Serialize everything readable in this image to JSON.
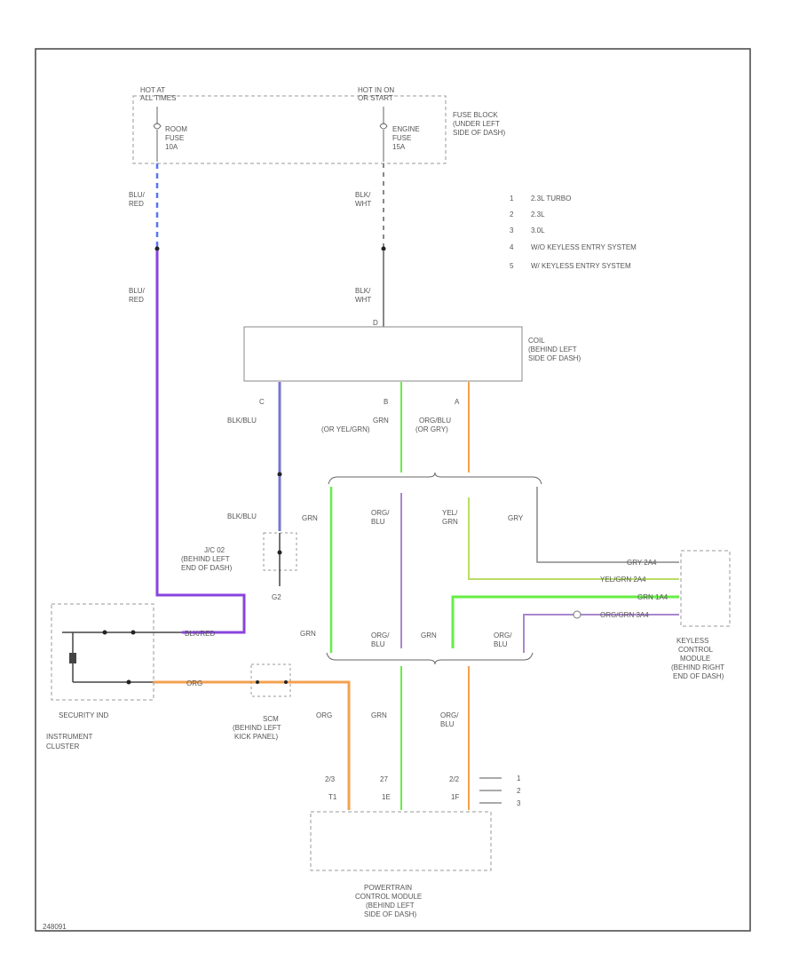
{
  "colors": {
    "wire_blue": "#5577ee",
    "wire_purple": "#8844dd",
    "wire_slate": "#7777cc",
    "wire_green": "#66ee44",
    "wire_orange": "#f4a050",
    "wire_gray": "#888888",
    "wire_lightpurple": "#aa88cc",
    "wire_yelgrn": "#bbdd66"
  },
  "labels": {
    "hot_at_all_times": [
      "HOT AT",
      "ALL TIMES"
    ],
    "hot_in_on": [
      "HOT IN ON",
      "OR START"
    ],
    "room_fuse": [
      "ROOM",
      "FUSE",
      "10A"
    ],
    "engine_fuse": [
      "ENGINE",
      "FUSE",
      "15A"
    ],
    "fuse_block": [
      "FUSE BLOCK",
      "(UNDER LEFT",
      "SIDE OF DASH)"
    ],
    "blu_red": [
      "BLU/",
      "RED"
    ],
    "blk_wht": [
      "BLK/",
      "WHT"
    ],
    "coil": [
      "COIL",
      "(BEHIND LEFT",
      "SIDE OF DASH)"
    ],
    "coil_pins": [
      "C",
      "B",
      "A",
      "D"
    ],
    "blk_blu": "BLK/BLU",
    "grn_or_yelgrn": [
      "GRN",
      "(OR YEL/GRN)"
    ],
    "orgblu_or_grn": [
      "ORG/BLU",
      "(OR GRY)"
    ],
    "grn": "GRN",
    "org_blu": [
      "ORG/",
      "BLU"
    ],
    "yel_grn": [
      "YEL/",
      "GRN"
    ],
    "gry": "GRY",
    "org": "ORG",
    "jc": [
      "J/C 02",
      "(BEHIND LEFT",
      "END OF DASH)"
    ],
    "g2": "G2",
    "security_ind": "SECURITY IND",
    "instrument_cluster": [
      "INSTRUMENT",
      "CLUSTER"
    ],
    "scm": [
      "SCM",
      "(BEHIND LEFT",
      "KICK PANEL)"
    ],
    "cluster_wire_label": "BLK/RED",
    "cluster_wire_label_2": "ORG",
    "keyless_wires": [
      "GRY  2A4",
      "YEL/GRN  2A4",
      "GRN  1A4",
      "ORG/GRN  3A4"
    ],
    "keyless": [
      "KEYLESS",
      "CONTROL",
      "MODULE",
      "(BEHIND RIGHT",
      "END OF DASH)"
    ],
    "pcm": [
      "POWERTRAIN",
      "CONTROL MODULE",
      "(BEHIND LEFT",
      "SIDE OF DASH)"
    ],
    "pcm_pins": [
      "2/3",
      "T1",
      "27",
      "1E",
      "2/2",
      "1F"
    ],
    "legend_refs": [
      "1",
      "2",
      "3"
    ],
    "legend": [
      [
        "1",
        "2.3L TURBO"
      ],
      [
        "2",
        "2.3L"
      ],
      [
        "3",
        "3.0L"
      ],
      [
        "4",
        "W/O KEYLESS ENTRY SYSTEM"
      ],
      [
        "5",
        "W/ KEYLESS ENTRY SYSTEM"
      ]
    ],
    "code": "248091"
  }
}
